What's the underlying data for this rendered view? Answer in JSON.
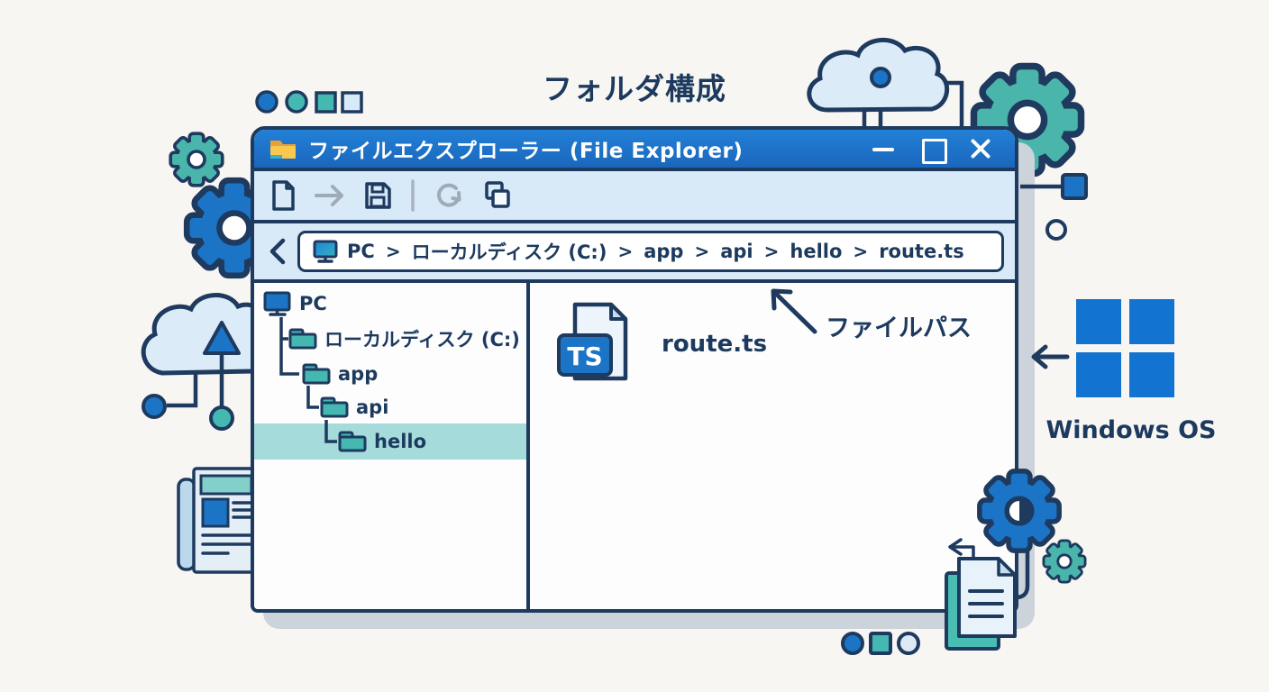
{
  "page": {
    "title": "フォルダ構成"
  },
  "window": {
    "title": "ファイルエクスプローラー (File Explorer)",
    "title_icon": "folder-icon",
    "controls": [
      {
        "name": "minimize"
      },
      {
        "name": "maximize"
      },
      {
        "name": "close"
      }
    ],
    "toolbar": {
      "icons": [
        "new-file",
        "forward",
        "save",
        "divider",
        "refresh",
        "copy"
      ]
    },
    "address_bar": {
      "icon": "monitor-icon",
      "separator": ">",
      "segments": [
        "PC",
        "ローカルディスク (C:)",
        "app",
        "api",
        "hello",
        "route.ts"
      ]
    },
    "tree": {
      "items": [
        {
          "label": "PC",
          "icon": "computer-icon",
          "level": 0,
          "selected": false
        },
        {
          "label": "ローカルディスク (C:)",
          "icon": "folder-icon",
          "level": 1,
          "selected": false
        },
        {
          "label": "app",
          "icon": "folder-icon",
          "level": 2,
          "selected": false
        },
        {
          "label": "api",
          "icon": "folder-icon",
          "level": 3,
          "selected": false
        },
        {
          "label": "hello",
          "icon": "folder-icon",
          "level": 4,
          "selected": true
        }
      ]
    },
    "content": {
      "file_name": "route.ts",
      "file_badge": "TS"
    }
  },
  "annotations": {
    "file_path": "ファイルパス",
    "os_label": "Windows OS"
  },
  "decorations": [
    "gear-icon",
    "cloud-upload-icon",
    "cloud-network-icon",
    "newspaper-icon",
    "documents-icon",
    "dots",
    "windows-logo",
    "left-arrow-icon"
  ],
  "colors": {
    "titlebar_blue": "#1f78cf",
    "accent_blue": "#1b74c5",
    "teal": "#45b8b2",
    "navy_outline": "#1e3a5f",
    "panel_bg": "#d8e9f7",
    "highlight": "#a6dbdb",
    "shadow": "#cdd3da",
    "logo_blue": "#1273d0",
    "background": "#f8f6f3"
  }
}
